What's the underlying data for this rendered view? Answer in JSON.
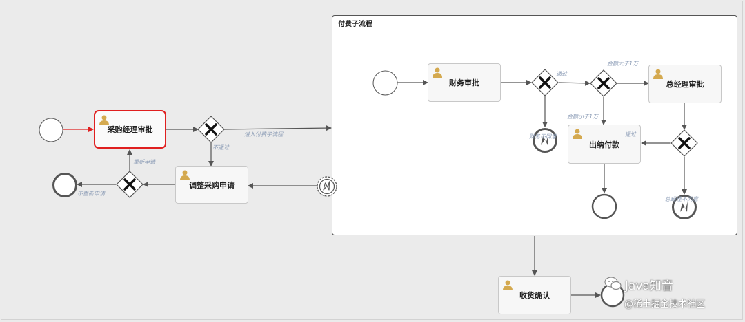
{
  "subprocess": {
    "title": "付费子流程"
  },
  "tasks": {
    "purchase_manager": "采购经理审批",
    "adjust_request": "调整采购申请",
    "finance": "财务审批",
    "gm": "总经理审批",
    "cashier": "出纳付款",
    "receipt": "收货确认"
  },
  "flow_labels": {
    "resubmit": "重新申请",
    "no_resubmit": "不重新申请",
    "reject": "不通过",
    "enter_sub": "进入付费子流程",
    "pass_finance": "通过",
    "amount_over": "金额大于1万",
    "amount_under": "金额小于1万",
    "finance_reject": "财务不同意",
    "gm_pass": "通过",
    "gm_reject": "总经理不同意"
  },
  "watermark": {
    "brand": "Java知音",
    "site": "@稀土掘金技术社区"
  },
  "colors": {
    "active_border": "#e02020",
    "line": "#555555",
    "user_icon": "#d4a94f",
    "label": "#8a9bb5"
  }
}
